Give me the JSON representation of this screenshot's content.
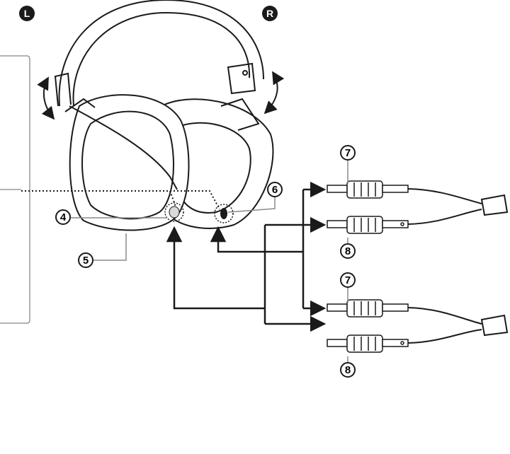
{
  "sides": {
    "left": "L",
    "right": "R"
  },
  "callouts": {
    "four": "4",
    "five": "5",
    "six": "6",
    "seven_upper": "7",
    "eight_upper": "8",
    "seven_lower": "7",
    "eight_lower": "8"
  },
  "colors": {
    "line": "#1a1a1a",
    "callout_leader": "#8a8a8a",
    "panel_border": "#9a9a9a"
  },
  "icons": [
    "headphones-illustration",
    "stereo-plug-icon",
    "rotation-arrow-icon",
    "connection-arrow-icon"
  ]
}
